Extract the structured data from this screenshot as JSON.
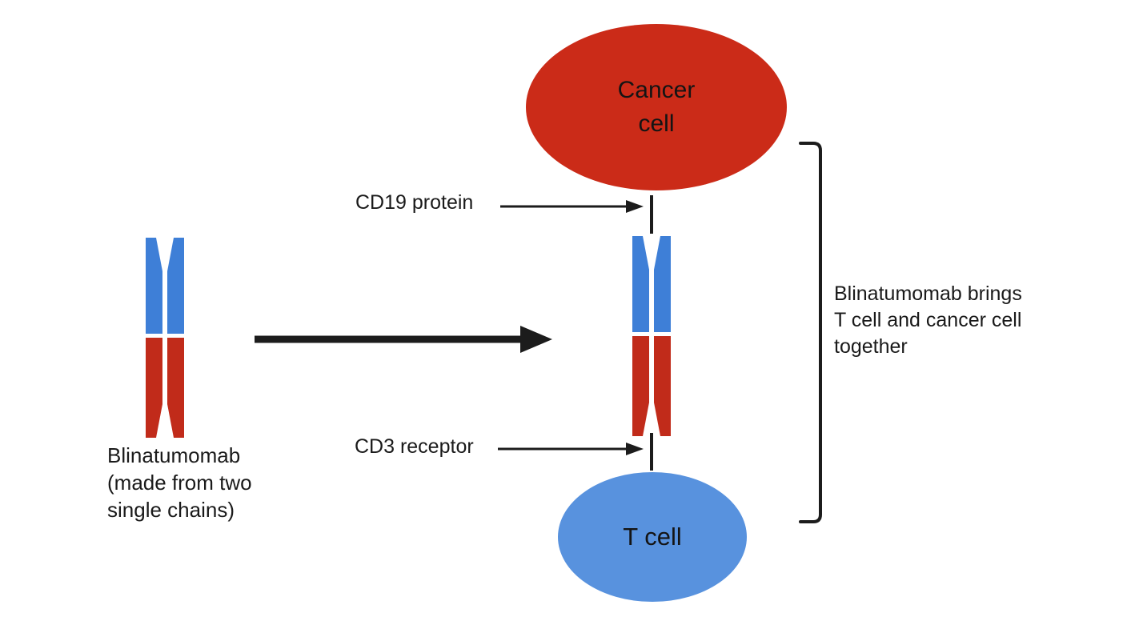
{
  "diagram": {
    "cancer_cell": {
      "line1": "Cancer",
      "line2": "cell"
    },
    "t_cell": {
      "label": "T cell"
    },
    "labels": {
      "cd19": "CD19 protein",
      "cd3": "CD3 receptor"
    },
    "left_caption": {
      "line1": "Blinatumomab",
      "line2": "(made from two",
      "line3": "single chains)"
    },
    "bracket_caption": {
      "line1": "Blinatumomab brings",
      "line2": "T cell and cancer cell",
      "line3": "together"
    },
    "colors": {
      "cancer_red": "#cb2b18",
      "molecule_red": "#c12b1a",
      "molecule_blue": "#3e7fd7",
      "t_cell_blue": "#5892de",
      "line": "#1c1c1c"
    }
  }
}
